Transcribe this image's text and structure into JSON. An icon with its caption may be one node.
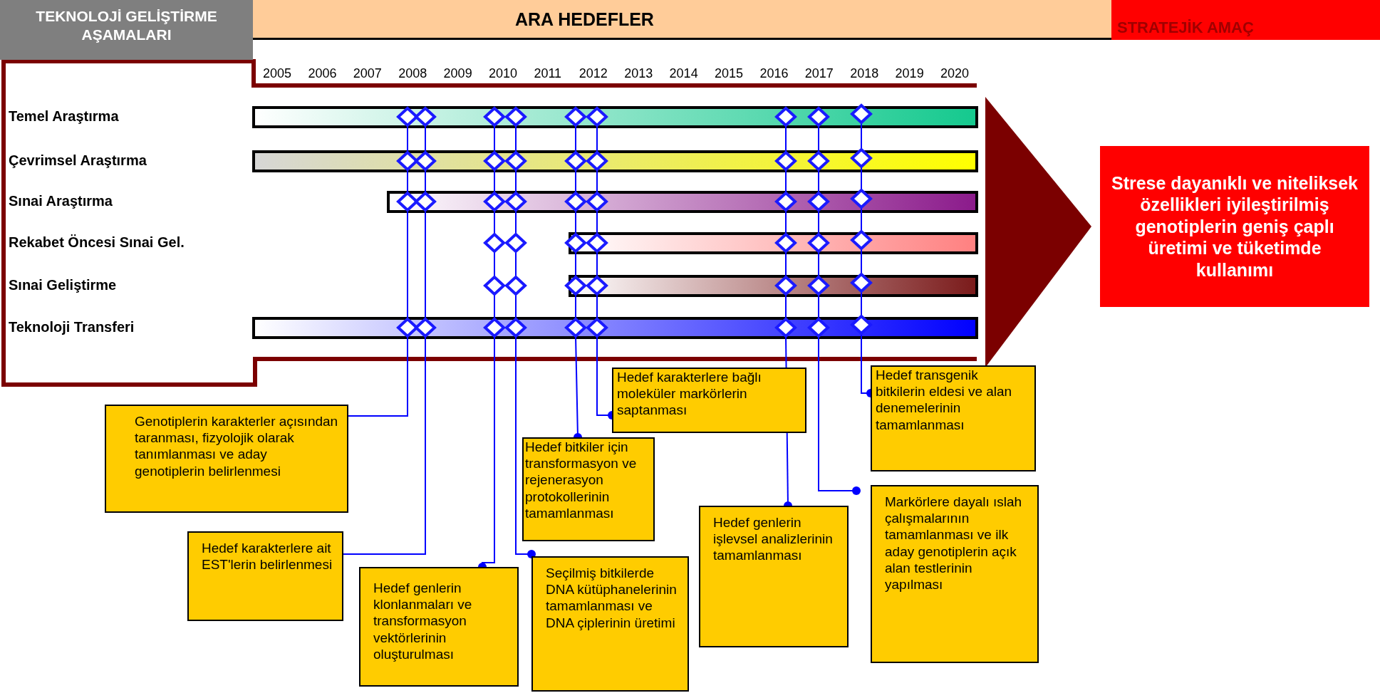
{
  "diagram": {
    "nodes": [
      {
        "text": [
          "TEKNOLOJİ GELİŞTİRME AŞAMALARI"
        ]
      },
      {
        "text": [
          "ARA HEDEFLER"
        ]
      },
      {
        "text": [
          "STRATEJİK AMAÇ"
        ]
      },
      {
        "text": [
          "Strese dayanıklı ve niteliksek özellikleri iyileştirilmiş genotiplerin geniş çaplı üretimi ve tüketimde kullanımı"
        ]
      },
      {
        "text": [
          "Genotiplerin karakterler açısından taranması, fizyolojik olarak tanımlanması ve aday genotiplerin belirlenmesi"
        ]
      },
      {
        "text": [
          "Hedef karakterlere ait EST'lerin belirlenmesi"
        ]
      },
      {
        "text": [
          "Hedef genlerin klonlanmaları ve transformasyon vektörlerinin oluşturulması"
        ]
      },
      {
        "text": [
          "Seçilmiş bitkilerde DNA kütüphanelerinin tamamlanması ve DNA çiplerinin üretimi"
        ]
      },
      {
        "text": [
          "Hedef bitkiler için transformasyon ve rejenerasyon protokollerinin tamamlanması"
        ]
      },
      {
        "text": [
          "Hedef karakterlere bağlı moleküler markörlerin saptanması"
        ]
      },
      {
        "text": [
          "Hedef genlerin işlevsel analizlerinin tamamlanması"
        ]
      },
      {
        "text": [
          "Hedef transgenik bitkilerin eldesi ve alan denemelerinin tamamlanması"
        ]
      },
      {
        "text": [
          "Markörlere dayalı ıslah çalışmalarının tamamlanması ve ilk aday genotiplerin açık alan testlerinin yapılması"
        ]
      },
      {
        "text": [],
        "shape": "diamond"
      },
      {
        "text": [],
        "shape": "diamond"
      },
      {
        "text": [],
        "shape": "diamond"
      },
      {
        "text": [],
        "shape": "diamond"
      },
      {
        "text": [],
        "shape": "diamond"
      },
      {
        "text": [],
        "shape": "diamond"
      },
      {
        "text": [],
        "shape": "diamond"
      },
      {
        "text": [],
        "shape": "diamond"
      },
      {
        "text": [],
        "shape": "diamond"
      },
      {
        "text": [],
        "shape": "diamond"
      },
      {
        "text": [],
        "shape": "diamond"
      },
      {
        "text": [],
        "shape": "diamond"
      },
      {
        "text": [],
        "shape": "diamond"
      },
      {
        "text": [],
        "shape": "diamond"
      },
      {
        "text": [],
        "shape": "diamond"
      },
      {
        "text": [],
        "shape": "diamond"
      },
      {
        "text": [],
        "shape": "diamond"
      },
      {
        "text": [],
        "shape": "diamond"
      },
      {
        "text": [],
        "shape": "diamond"
      },
      {
        "text": [],
        "shape": "diamond"
      },
      {
        "text": [],
        "shape": "diamond"
      },
      {
        "text": [],
        "shape": "diamond"
      },
      {
        "text": [],
        "shape": "diamond"
      },
      {
        "text": [],
        "shape": "diamond"
      },
      {
        "text": [],
        "shape": "diamond"
      },
      {
        "text": [],
        "shape": "diamond"
      },
      {
        "text": [],
        "shape": "diamond"
      },
      {
        "text": [],
        "shape": "diamond"
      },
      {
        "text": [],
        "shape": "diamond"
      },
      {
        "text": [],
        "shape": "diamond"
      },
      {
        "text": [],
        "shape": "diamond"
      },
      {
        "text": [],
        "shape": "diamond"
      },
      {
        "text": [],
        "shape": "diamond"
      },
      {
        "text": [],
        "shape": "diamond"
      },
      {
        "text": [],
        "shape": "diamond"
      },
      {
        "text": [],
        "shape": "diamond"
      },
      {
        "text": [],
        "shape": "diamond"
      },
      {
        "text": [],
        "shape": "diamond"
      },
      {
        "text": [],
        "shape": "diamond"
      },
      {
        "text": [],
        "shape": "diamond"
      },
      {
        "text": [],
        "shape": "diamond"
      },
      {
        "text": [],
        "shape": "diamond"
      },
      {
        "text": [],
        "shape": "diamond"
      },
      {
        "text": [],
        "shape": "diamond"
      },
      {
        "text": [],
        "shape": "diamond"
      },
      {
        "text": [],
        "shape": "diamond"
      },
      {
        "text": [],
        "shape": "diamond"
      },
      {
        "text": [],
        "shape": "diamond"
      },
      {
        "text": [],
        "shape": "diamond"
      },
      {
        "text": [],
        "shape": "diamond"
      }
    ],
    "edges": [
      {
        "from": 4,
        "to": 54,
        "arrow": "none"
      },
      {
        "from": 5,
        "to": 55,
        "arrow": "none"
      },
      {
        "from": 6,
        "to": 56,
        "arrow": "other"
      },
      {
        "from": 7,
        "to": 57,
        "arrow": "other"
      },
      {
        "from": 8,
        "to": 58,
        "arrow": "other"
      },
      {
        "from": 9,
        "to": 59,
        "arrow": "other"
      },
      {
        "from": 10,
        "to": 60,
        "arrow": "other"
      },
      {
        "from": 11,
        "to": 62,
        "arrow": "other"
      },
      {
        "from": 12,
        "to": 61,
        "arrow": "other"
      },
      {
        "from": null,
        "to": 3,
        "arrow": "to",
        "style": "thick",
        "color": "#7b0000"
      },
      {
        "from": 13,
        "to": 22,
        "arrow": "none"
      },
      {
        "from": 22,
        "to": 31,
        "arrow": "none"
      },
      {
        "from": 31,
        "to": 54,
        "arrow": "none"
      },
      {
        "from": 14,
        "to": 23,
        "arrow": "none"
      },
      {
        "from": 23,
        "to": 32,
        "arrow": "none"
      },
      {
        "from": 32,
        "to": 55,
        "arrow": "none"
      },
      {
        "from": 15,
        "to": 24,
        "arrow": "none"
      },
      {
        "from": 24,
        "to": 33,
        "arrow": "none"
      },
      {
        "from": 33,
        "to": 40,
        "arrow": "none"
      },
      {
        "from": 40,
        "to": 47,
        "arrow": "none"
      },
      {
        "from": 47,
        "to": 56,
        "arrow": "none"
      },
      {
        "from": 16,
        "to": 25,
        "arrow": "none"
      },
      {
        "from": 25,
        "to": 34,
        "arrow": "none"
      },
      {
        "from": 34,
        "to": 41,
        "arrow": "none"
      },
      {
        "from": 41,
        "to": 48,
        "arrow": "none"
      },
      {
        "from": 48,
        "to": 57,
        "arrow": "none"
      },
      {
        "from": 17,
        "to": 26,
        "arrow": "none"
      },
      {
        "from": 26,
        "to": 35,
        "arrow": "none"
      },
      {
        "from": 35,
        "to": 42,
        "arrow": "none"
      },
      {
        "from": 42,
        "to": 49,
        "arrow": "none"
      },
      {
        "from": 49,
        "to": 58,
        "arrow": "none"
      },
      {
        "from": 18,
        "to": 27,
        "arrow": "none"
      },
      {
        "from": 27,
        "to": 36,
        "arrow": "none"
      },
      {
        "from": 36,
        "to": 43,
        "arrow": "none"
      },
      {
        "from": 43,
        "to": 50,
        "arrow": "none"
      },
      {
        "from": 50,
        "to": 59,
        "arrow": "none"
      },
      {
        "from": 19,
        "to": 28,
        "arrow": "none"
      },
      {
        "from": 28,
        "to": 37,
        "arrow": "none"
      },
      {
        "from": 37,
        "to": 44,
        "arrow": "none"
      },
      {
        "from": 44,
        "to": 51,
        "arrow": "none"
      },
      {
        "from": 51,
        "to": 60,
        "arrow": "none"
      },
      {
        "from": 20,
        "to": 29,
        "arrow": "none"
      },
      {
        "from": 29,
        "to": 38,
        "arrow": "none"
      },
      {
        "from": 38,
        "to": 45,
        "arrow": "none"
      },
      {
        "from": 45,
        "to": 52,
        "arrow": "none"
      },
      {
        "from": 52,
        "to": 61,
        "arrow": "none"
      },
      {
        "from": 21,
        "to": 30,
        "arrow": "none"
      },
      {
        "from": 30,
        "to": 39,
        "arrow": "none"
      },
      {
        "from": 39,
        "to": 46,
        "arrow": "none"
      },
      {
        "from": 46,
        "to": 53,
        "arrow": "none"
      },
      {
        "from": 53,
        "to": 62,
        "arrow": "none"
      }
    ],
    "labels": [
      "2005",
      "2006",
      "2007",
      "2008",
      "2009",
      "2010",
      "2011",
      "2012",
      "2013",
      "2014",
      "2015",
      "2016",
      "2017",
      "2018",
      "2019",
      "2020",
      "Temel Araştırma",
      "Çevrimsel Araştırma",
      "Sınai Araştırma",
      "Rekabet Öncesi Sınai Gel.",
      "Sınai Geliştirme",
      "Teknoloji Transferi"
    ]
  }
}
